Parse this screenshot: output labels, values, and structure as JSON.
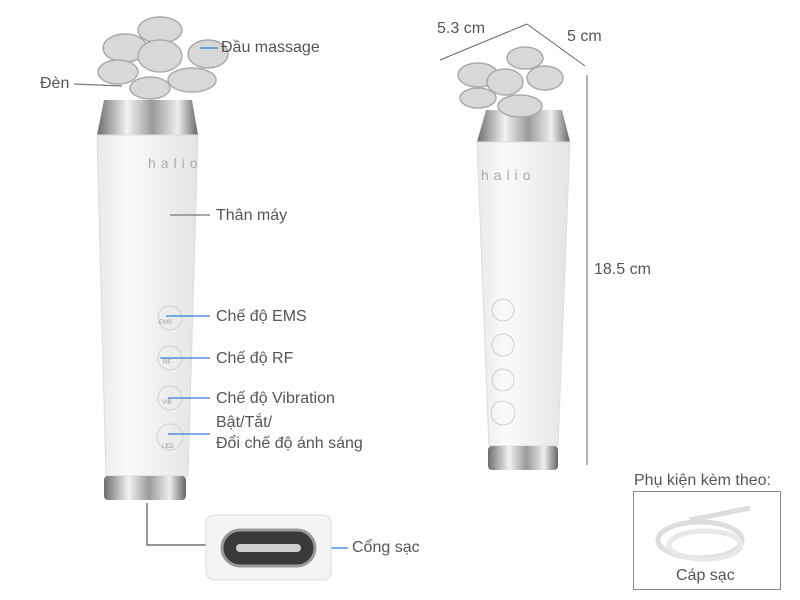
{
  "brand": "halio",
  "labels": {
    "head": "Đầu massage",
    "light": "Đèn",
    "body": "Thân máy",
    "ems": "Chế độ EMS",
    "rf": "Chế độ RF",
    "vibration": "Chế độ Vibration",
    "power_line1": "Bật/Tắt/",
    "power_line2": "Đổi chế độ ánh sáng",
    "charge_port": "Cổng sạc"
  },
  "buttons": [
    "EMS",
    "RF",
    "VIB",
    "LED"
  ],
  "dimensions": {
    "width": "5.3 cm",
    "depth": "5 cm",
    "height": "18.5 cm"
  },
  "accessories": {
    "title": "Phụ kiện kèm theo:",
    "item": "Cáp sạc"
  },
  "colors": {
    "callout": "#2f7fd6",
    "text": "#555555"
  }
}
